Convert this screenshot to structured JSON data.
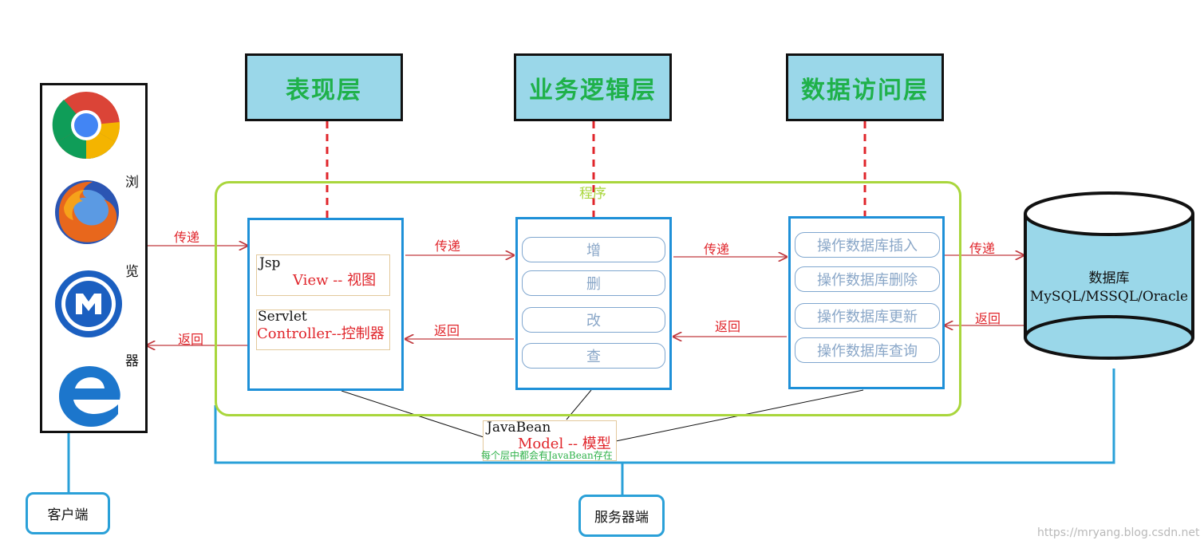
{
  "layers": {
    "presentation": "表现层",
    "business": "业务逻辑层",
    "data_access": "数据访问层"
  },
  "browser": {
    "chars": [
      "浏",
      "览",
      "器"
    ],
    "icons": [
      "chrome-icon",
      "firefox-icon",
      "maxthon-icon",
      "edge-icon"
    ]
  },
  "program": {
    "label": "程序"
  },
  "view_panel": {
    "jsp_title": "Jsp",
    "jsp_desc": "View  -- 视图",
    "servlet_title": "Servlet",
    "servlet_desc": "Controller--控制器"
  },
  "crud": [
    "增",
    "删",
    "改",
    "查"
  ],
  "ops": [
    "操作数据库插入",
    "操作数据库删除",
    "操作数据库更新",
    "操作数据库查询"
  ],
  "arrows": {
    "pass": "传递",
    "return": "返回"
  },
  "database": {
    "title": "数据库",
    "subtitle": "MySQL/MSSQL/Oracle"
  },
  "javabean": {
    "title": "JavaBean",
    "desc": "Model -- 模型",
    "note": "每个层中都会有JavaBean存在"
  },
  "client": {
    "label": "客户端"
  },
  "server": {
    "label": "服务器端"
  },
  "watermark": "https://mryang.blog.csdn.net",
  "colors": {
    "layer_fill": "#9ad7e9",
    "layer_text": "#1fb14a",
    "panel_border": "#1e90d8",
    "program_frame": "#a9d63c",
    "arrow": "#c0393f",
    "dash": "#e0252b"
  }
}
